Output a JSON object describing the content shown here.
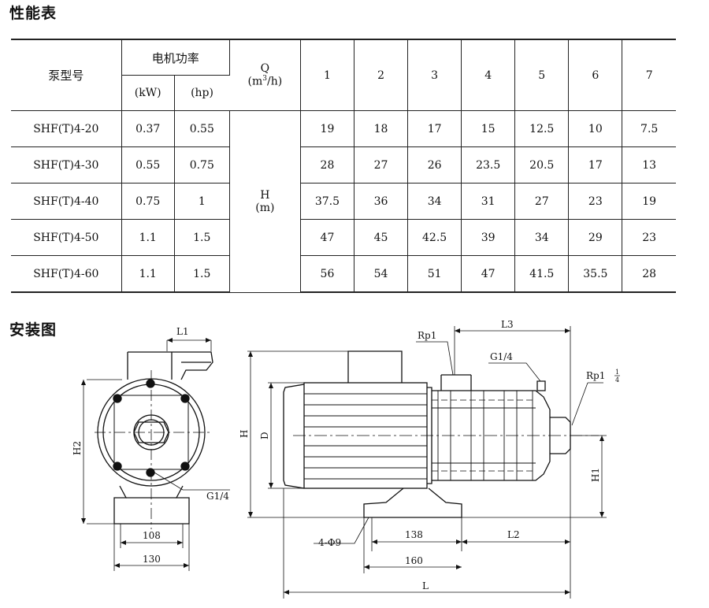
{
  "headings": {
    "performance": "性能表",
    "installation": "安装图"
  },
  "table": {
    "model_header": "泵型号",
    "power_header": "电机功率",
    "kw_unit": "(kW)",
    "hp_unit": "(hp)",
    "q_label": "Q",
    "q_unit_prefix": "(m",
    "q_unit_sup": "3",
    "q_unit_suffix": "/h)",
    "h_label": "H",
    "h_unit": "(m)",
    "q_columns": [
      "1",
      "2",
      "3",
      "4",
      "5",
      "6",
      "7"
    ],
    "rows": [
      {
        "model": "SHF(T)4-20",
        "kw": "0.37",
        "hp": "0.55",
        "heads": [
          "19",
          "18",
          "17",
          "15",
          "12.5",
          "10",
          "7.5"
        ]
      },
      {
        "model": "SHF(T)4-30",
        "kw": "0.55",
        "hp": "0.75",
        "heads": [
          "28",
          "27",
          "26",
          "23.5",
          "20.5",
          "17",
          "13"
        ]
      },
      {
        "model": "SHF(T)4-40",
        "kw": "0.75",
        "hp": "1",
        "heads": [
          "37.5",
          "36",
          "34",
          "31",
          "27",
          "23",
          "19"
        ]
      },
      {
        "model": "SHF(T)4-50",
        "kw": "1.1",
        "hp": "1.5",
        "heads": [
          "47",
          "45",
          "42.5",
          "39",
          "34",
          "29",
          "23"
        ]
      },
      {
        "model": "SHF(T)4-60",
        "kw": "1.1",
        "hp": "1.5",
        "heads": [
          "56",
          "54",
          "51",
          "47",
          "41.5",
          "35.5",
          "28"
        ]
      }
    ]
  },
  "drawing": {
    "left_view": {
      "l1": "L1",
      "h2": "H2",
      "g14": "G1/4",
      "dim108": "108",
      "dim130": "130"
    },
    "side_view": {
      "h": "H",
      "d": "D",
      "rp1": "Rp1",
      "g14": "G1/4",
      "l3": "L3",
      "rp114_prefix": "Rp1",
      "rp114_num": "1",
      "rp114_den": "4",
      "h1": "H1",
      "holes": "4-Φ9",
      "dim138": "138",
      "l2": "L2",
      "dim160": "160",
      "l": "L"
    }
  }
}
